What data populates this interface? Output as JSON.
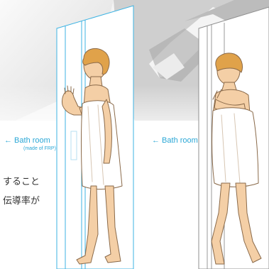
{
  "labels": {
    "left_room": "← Bath room",
    "left_room_sub": "(made of FRP)",
    "right_room": "← Bath room"
  },
  "text_fragments": {
    "line1": "すること",
    "line2": "伝導率が"
  },
  "colors": {
    "accent": "#2aa7d6",
    "door_outline": "#3db3e3",
    "skin": "#f4cfa6",
    "hair": "#e0a24a",
    "towel": "#ffffff",
    "outline": "#8a6a4a"
  }
}
